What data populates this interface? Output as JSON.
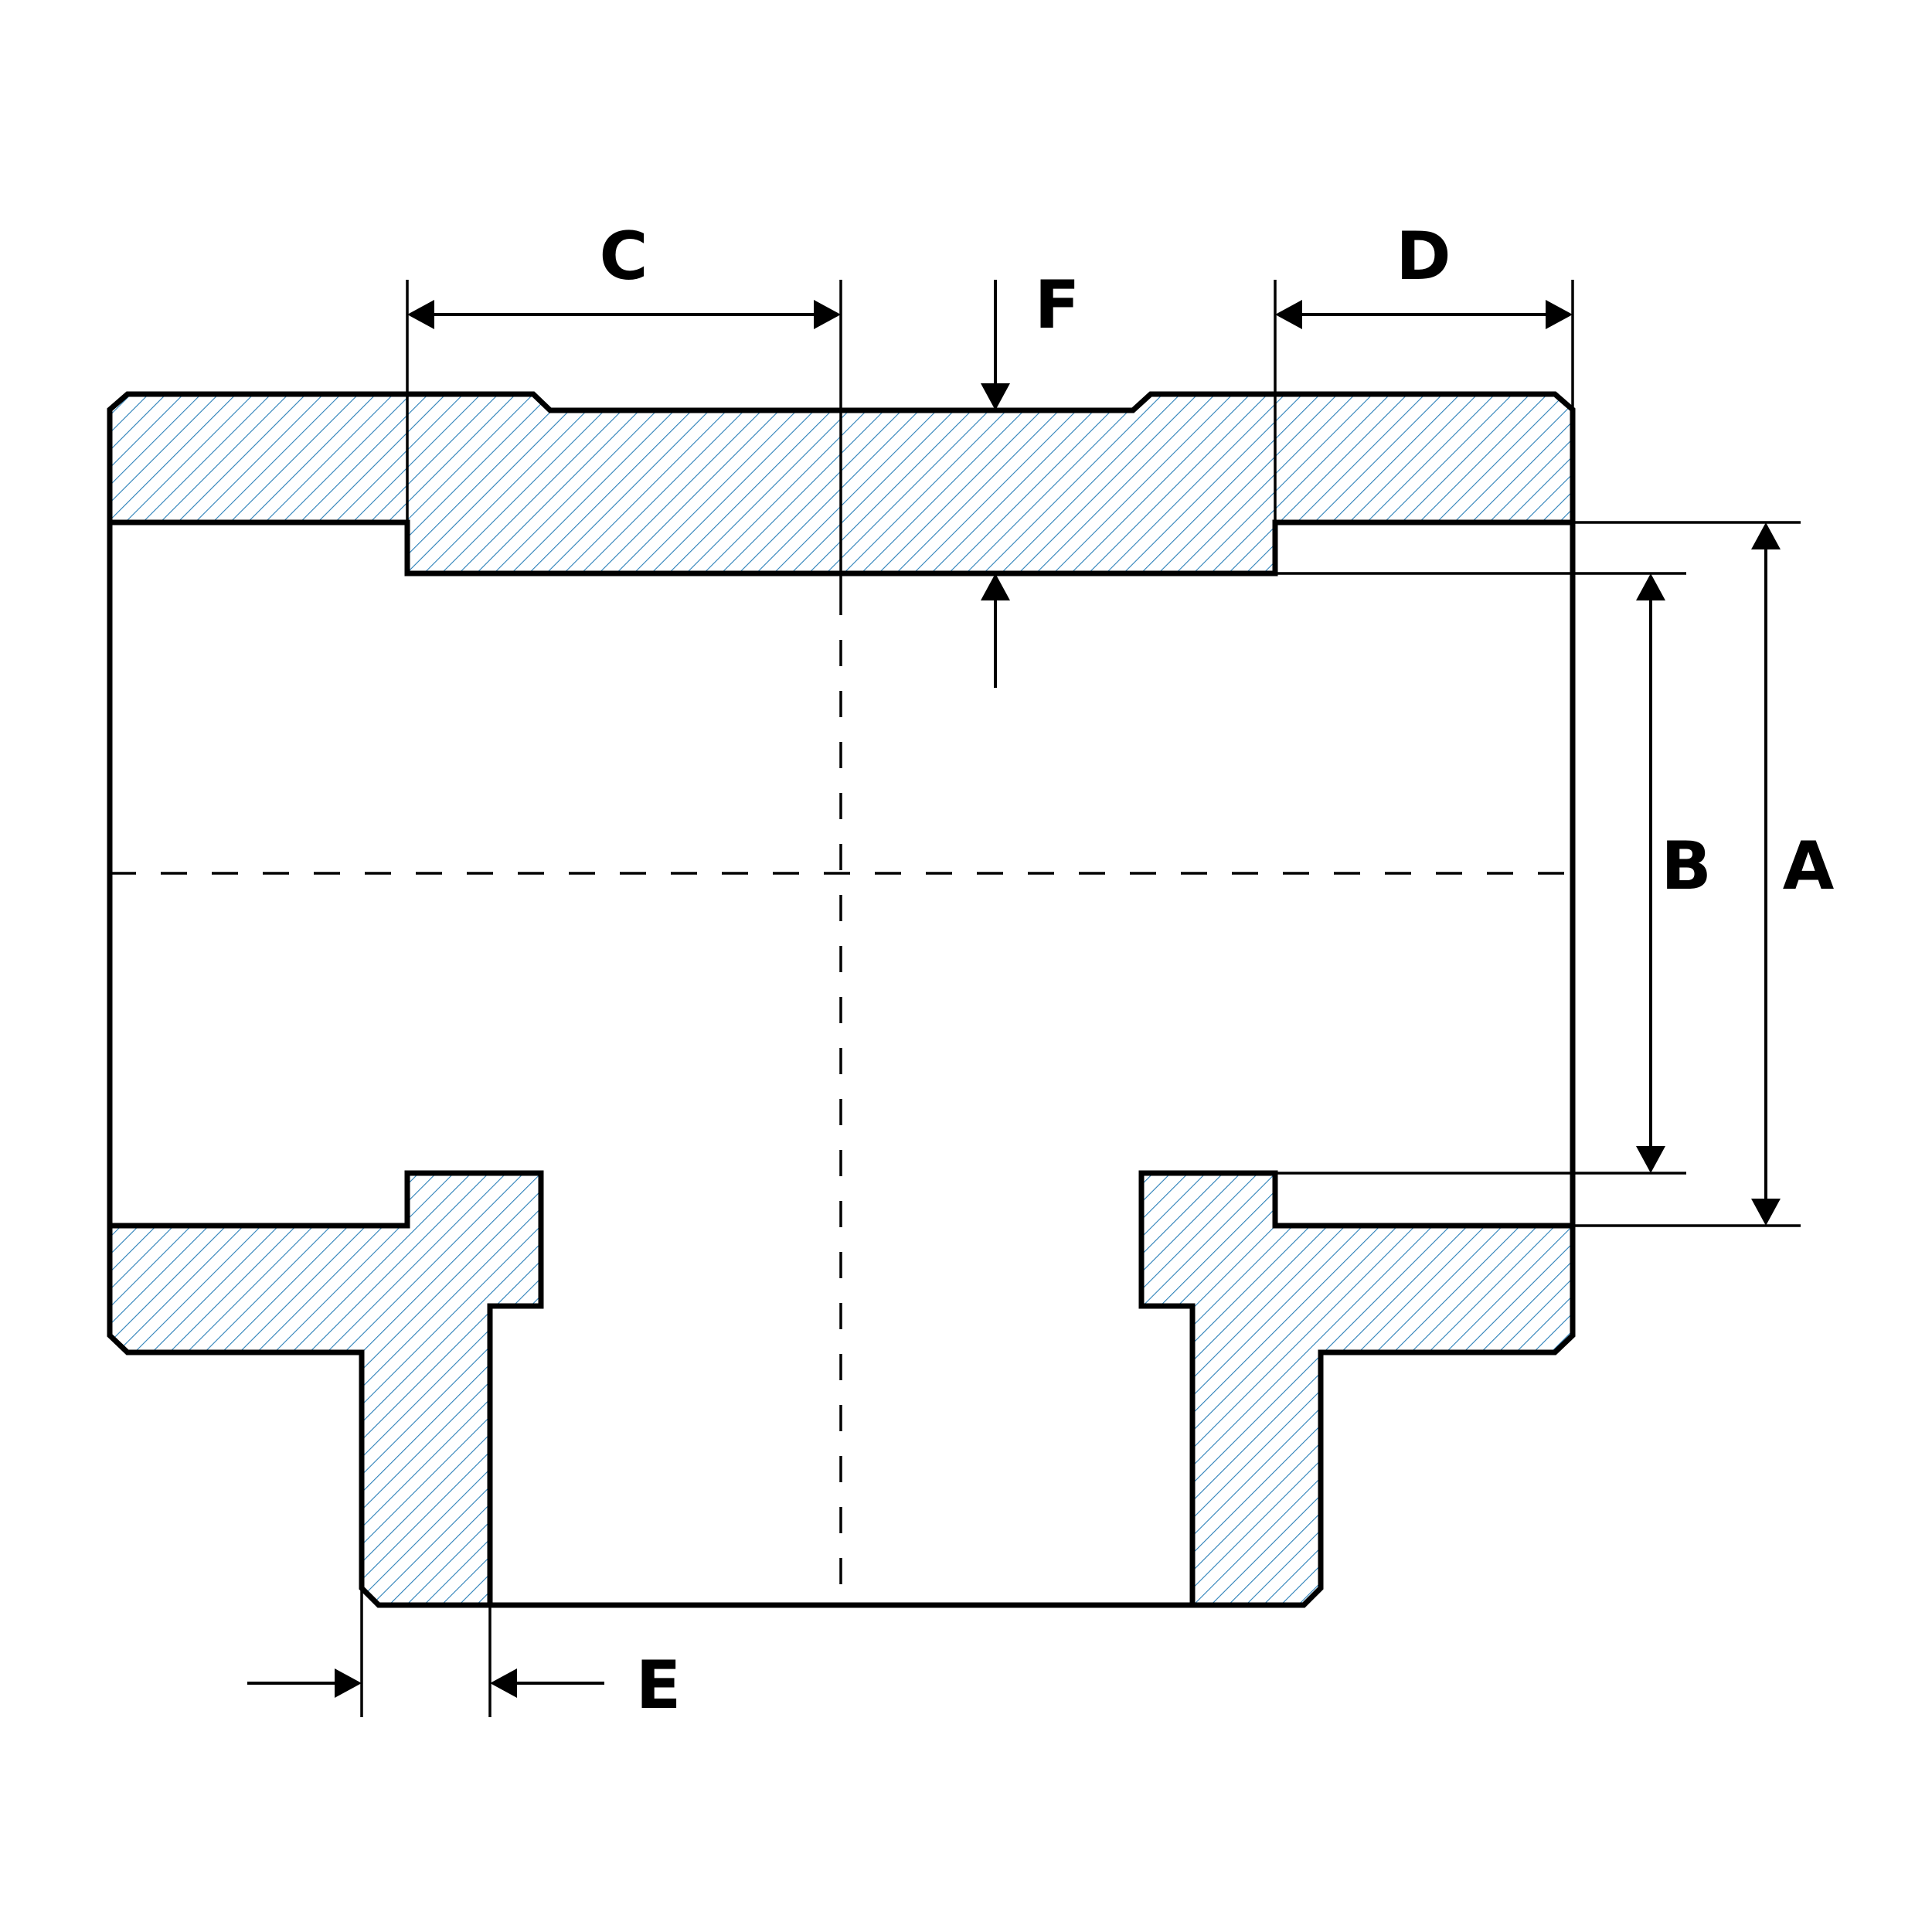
{
  "labels": {
    "A": "A",
    "B": "B",
    "C": "C",
    "D": "D",
    "E": "E",
    "F": "F"
  },
  "colors": {
    "outline": "#000000",
    "hatch": "#2a7fb8",
    "background": "#ffffff"
  }
}
